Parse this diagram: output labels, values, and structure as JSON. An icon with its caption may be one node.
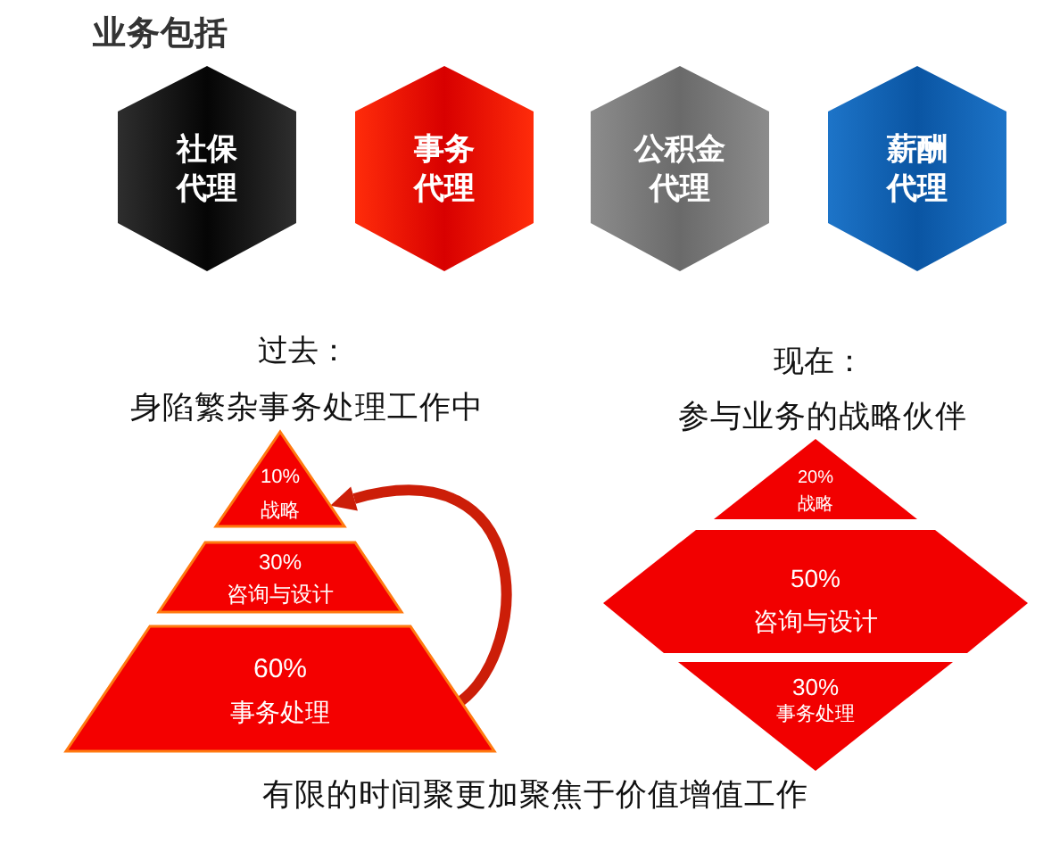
{
  "diagram": {
    "title": "业务包括",
    "nodes": [
      {
        "text": [
          "社保代理"
        ]
      },
      {
        "text": [
          "事务代理"
        ]
      },
      {
        "text": [
          "公积金代理"
        ]
      },
      {
        "text": [
          "薪酬代理"
        ]
      },
      {
        "text": [
          "10%",
          "战略"
        ]
      },
      {
        "text": [
          "30%",
          "咨询与设计"
        ]
      },
      {
        "text": [
          "60%",
          "事务处理"
        ]
      },
      {
        "text": [
          "20%",
          "战略"
        ]
      },
      {
        "text": [
          "50%",
          "咨询与设计"
        ]
      },
      {
        "text": [
          "30%",
          "事务处理"
        ]
      }
    ],
    "edges": [
      {
        "from": 6,
        "to": 4,
        "arrow": "to"
      }
    ],
    "labels": [
      "过去：",
      "现在：",
      "身陷繁杂事务处理工作中",
      "参与业务的战略伙伴",
      "有限的时间聚更加聚焦于价值增值工作"
    ]
  }
}
